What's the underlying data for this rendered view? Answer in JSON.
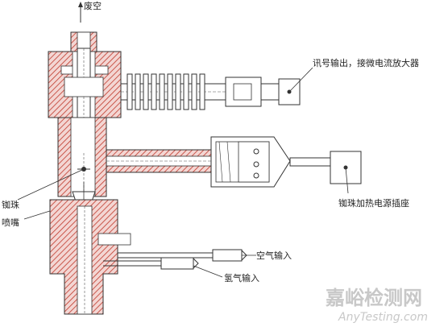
{
  "labels": {
    "exhaust": "废空",
    "signal_output": "讯号输出，接微电流放大器",
    "bead_heating_power": "铷珠加热电源插座",
    "bead": "铷珠",
    "nozzle": "喷嘴",
    "air_input": "空气输入",
    "hydrogen_input": "氢气输入"
  },
  "watermark": {
    "cn": "嘉峪检测网",
    "en": "AnyTesting.com"
  },
  "colors": {
    "hatch": "#c0392b",
    "line": "#333333",
    "background": "#ffffff"
  }
}
